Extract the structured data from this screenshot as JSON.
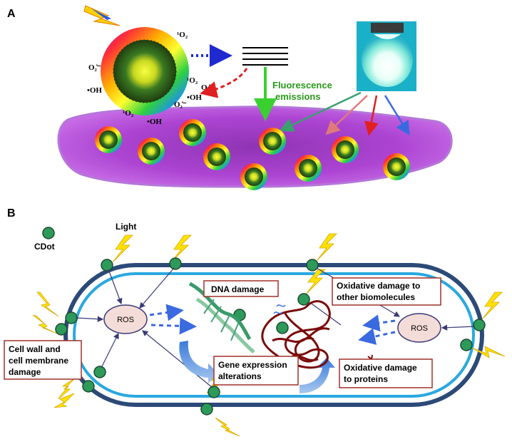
{
  "panel_a": {
    "label": "A",
    "fluorescence_line1": "Fluorescence",
    "fluorescence_line2": "emissions",
    "singlet_o2": "¹O₂",
    "superoxide": "O₂̇⁻",
    "hydroxyl": "•OH",
    "singlet_o2_b": "¹O₂",
    "superoxide_b": "O₂̇⁻",
    "hydroxyl_b": "•OH",
    "singlet_o2_c": "¹O₂",
    "superoxide_c": "O₂̇⁻",
    "hydroxyl_c": "•OH"
  },
  "panel_b": {
    "label": "B",
    "legend_cdot": "CDot",
    "legend_light": "Light",
    "ros_left": "ROS",
    "ros_right": "ROS",
    "dna_damage": "DNA damage",
    "gene_line1": "Gene expression",
    "gene_line2": "alterations",
    "oxbio_line1": "Oxidative damage to",
    "oxbio_line2": "other biomolecules",
    "oxprot_line1": "Oxidative damage",
    "oxprot_line2": "to proteins",
    "wall_line1": "Cell wall and",
    "wall_line2": "cell membrane",
    "wall_line3": "damage"
  },
  "colors": {
    "cdot": "#2e9a5a",
    "bolt": "#ffe100",
    "cell_outer": "#2c4a78",
    "cell_inner": "#2aa8e0",
    "ros_fill": "#f4dcd8",
    "box_border": "#a0302a",
    "fluorescence": "#2a9a1a",
    "bacterium": "#9a3ac0"
  }
}
